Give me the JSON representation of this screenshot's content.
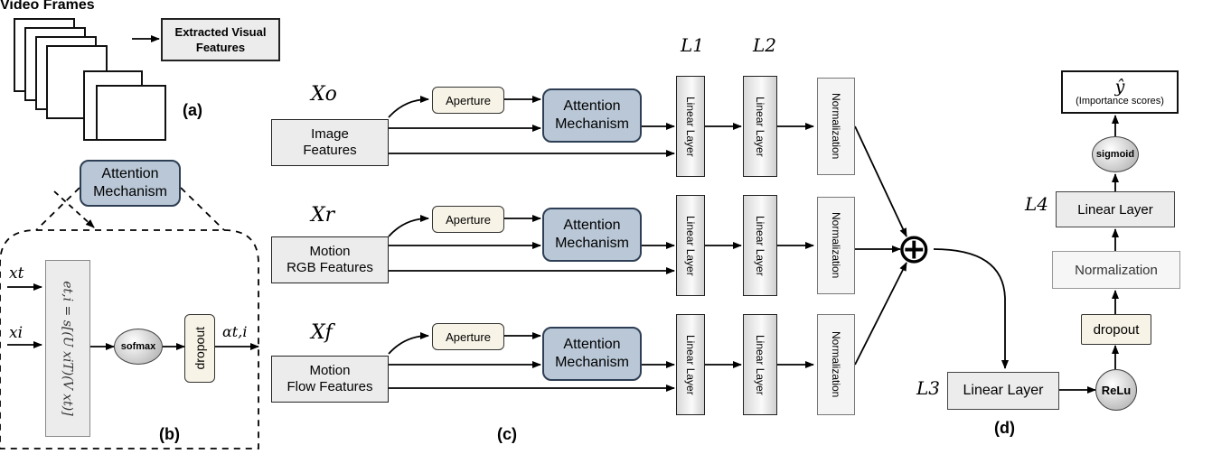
{
  "panel_a": {
    "title": "Video Frames",
    "output_label": "Extracted Visual\nFeatures",
    "caption": "(a)"
  },
  "panel_b": {
    "title": "Attention\nMechanism",
    "input_t": "xt",
    "input_i": "xi",
    "score_formula": "et,i = s[(U xiT)(V xt)]",
    "softmax_label": "sofmax",
    "dropout_label": "dropout",
    "output_label": "αt,i",
    "caption": "(b)"
  },
  "panel_c": {
    "layer_labels": [
      "L1",
      "L2"
    ],
    "branches": [
      {
        "symbol": "Xo",
        "input_label": "Image\nFeatures"
      },
      {
        "symbol": "Xr",
        "input_label": "Motion\nRGB Features"
      },
      {
        "symbol": "Xf",
        "input_label": "Motion\nFlow Features"
      }
    ],
    "aperture_label": "Aperture",
    "attention_label": "Attention\nMechanism",
    "linear_label": "Linear Layer",
    "norm_label": "Normalization",
    "sum_symbol": "⊕",
    "caption": "(c)"
  },
  "panel_d": {
    "l3_symbol": "L3",
    "l3_label": "Linear Layer",
    "relu_label": "ReLu",
    "dropout_label": "dropout",
    "norm_label": "Normalization",
    "l4_symbol": "L4",
    "l4_label": "Linear Layer",
    "sigmoid_label": "sigmoid",
    "output_symbol": "ŷ",
    "output_label": "(Importance scores)",
    "caption": "(d)"
  },
  "colors": {
    "attention_fill": "#b9c7d6",
    "aperture_fill": "#f7f3e6",
    "box_fill": "#ececec"
  }
}
